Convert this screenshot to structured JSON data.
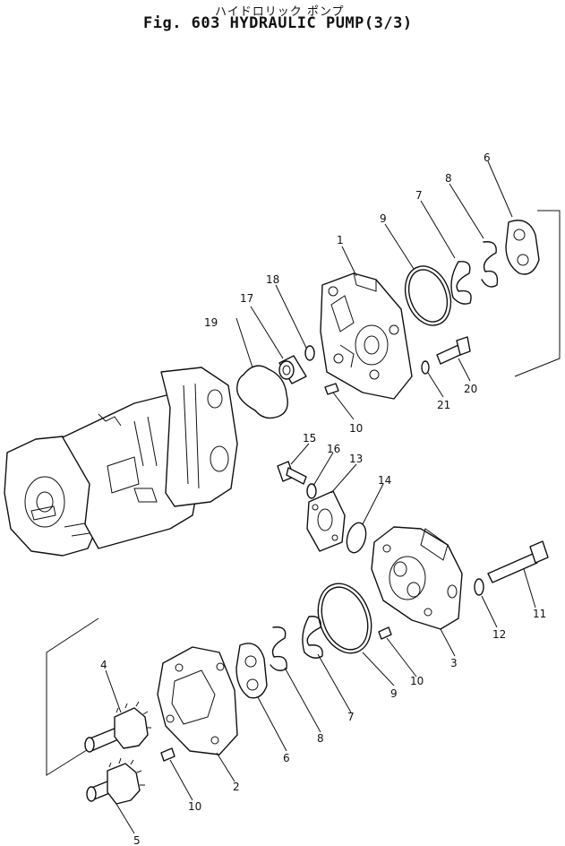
{
  "title_jp": "ハイドロリック ポンプ",
  "title": "Fig. 603 HYDRAULIC PUMP(3/3)",
  "callouts": {
    "c1": "1",
    "c2": "2",
    "c3": "3",
    "c4": "4",
    "c5": "5",
    "c6a": "6",
    "c6b": "6",
    "c7a": "7",
    "c7b": "7",
    "c8a": "8",
    "c8b": "8",
    "c9a": "9",
    "c9b": "9",
    "c10a": "10",
    "c10b": "10",
    "c10c": "10",
    "c11": "11",
    "c12": "12",
    "c13": "13",
    "c14": "14",
    "c15": "15",
    "c16": "16",
    "c17": "17",
    "c18": "18",
    "c19": "19",
    "c20": "20",
    "c21": "21"
  }
}
